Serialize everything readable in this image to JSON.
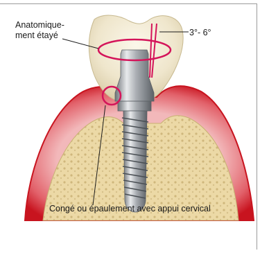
{
  "annotations": {
    "anatomic_line1": "Anatomique-",
    "anatomic_line2": "ment étayé",
    "angle": "3°- 6°",
    "conge": "Congé ou épaulement avec appui cervical"
  },
  "colors": {
    "gum": "#d8232f",
    "gum_light": "#f3b6b8",
    "bone": "#e9d6a3",
    "crown": "#efe6cc",
    "implant": "#9a9ea3",
    "marker": "#d4145a"
  }
}
